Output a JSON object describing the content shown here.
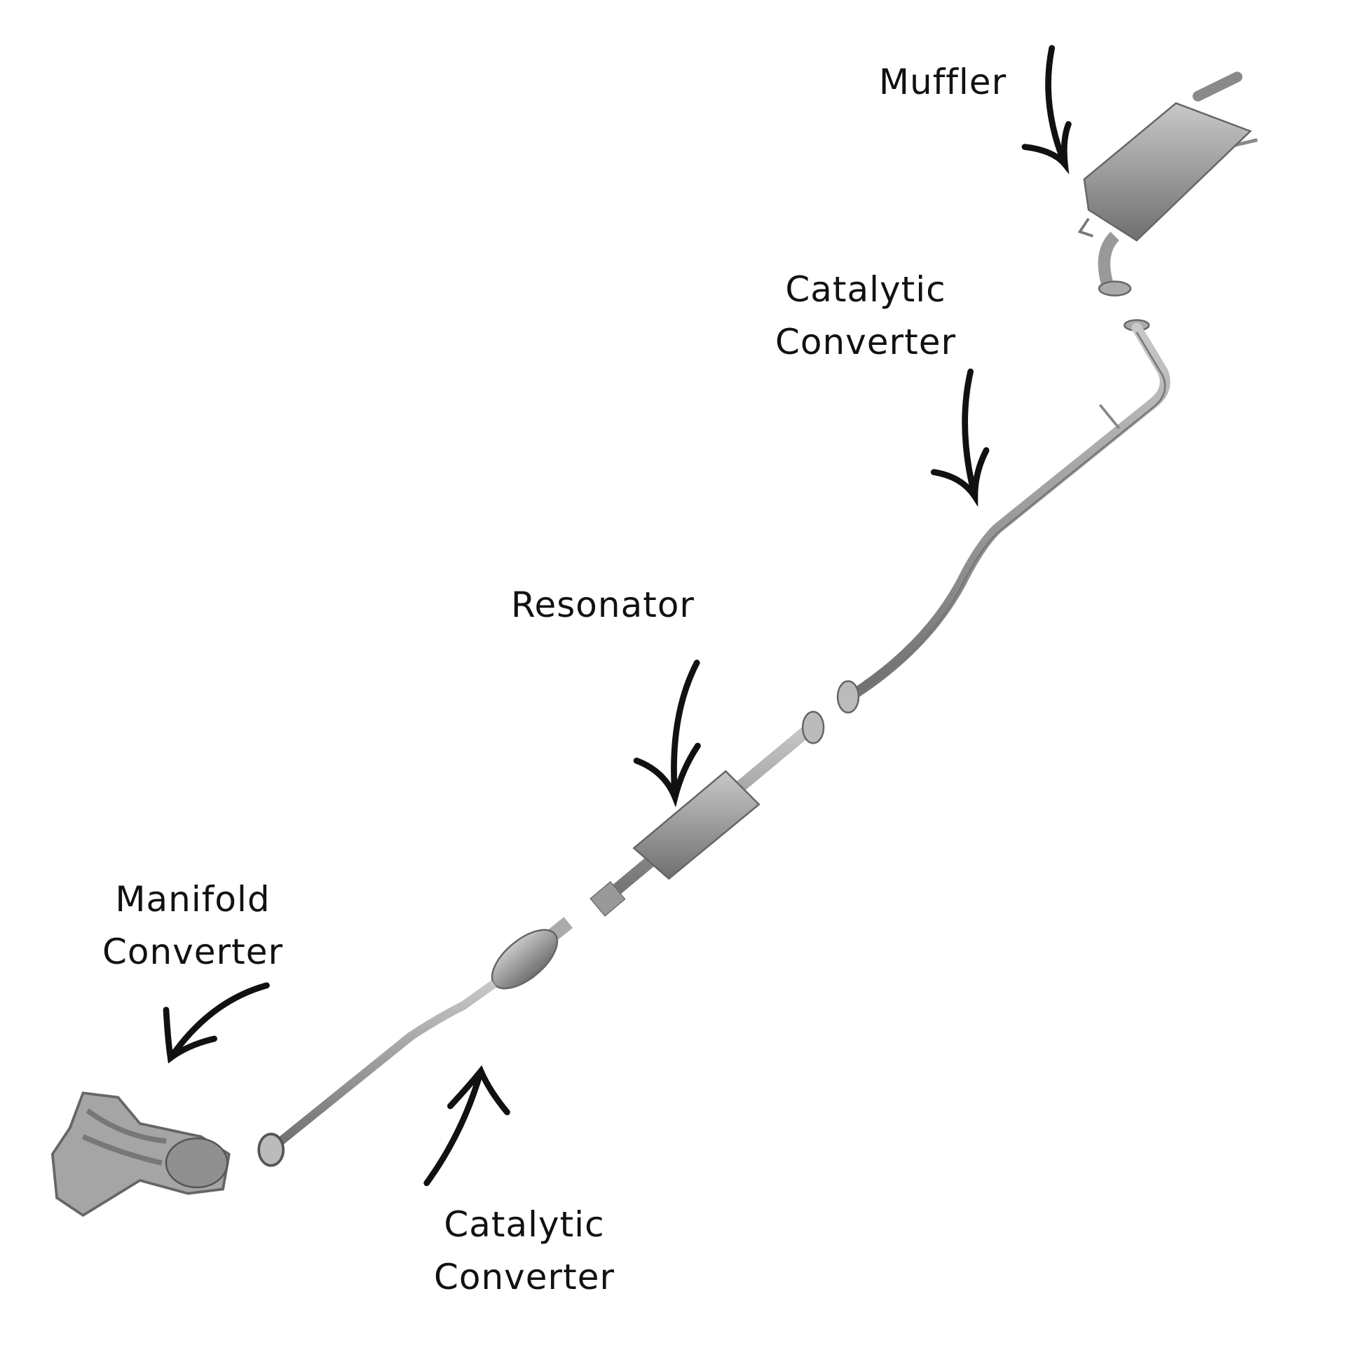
{
  "labels": {
    "muffler": "Muffler",
    "catalytic_top_line1": "Catalytic",
    "catalytic_top_line2": "Converter",
    "resonator": "Resonator",
    "manifold_line1": "Manifold",
    "manifold_line2": "Converter",
    "catalytic_bottom_line1": "Catalytic",
    "catalytic_bottom_line2": "Converter"
  },
  "colors": {
    "part": "#9a9a9a",
    "part_dark": "#6e6e6e",
    "arrow": "#111111"
  }
}
